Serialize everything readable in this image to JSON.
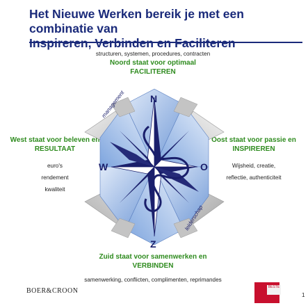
{
  "title_line1": "Het Nieuwe Werken bereik je met een combinatie van",
  "title_line2": "Inspireren, Verbinden en Faciliteren",
  "north": {
    "sub": "structuren, systemen, procedures, contracten",
    "line1": "Noord staat voor optimaal",
    "line2": "FACILITEREN"
  },
  "west": {
    "line1": "West staat voor beleven en",
    "line2": "RESULTAAT",
    "items": [
      "euro's",
      "rendement",
      "kwaliteit"
    ]
  },
  "east": {
    "line1": "Oost staat voor passie en",
    "line2": "INSPIREREN",
    "items": [
      "Wijsheid, creatie,",
      "reflectie, authenticiteit"
    ]
  },
  "south": {
    "line1": "Zuid staat voor samenwerken en",
    "line2": "VERBINDEN",
    "sub": "samenwerking, conflicten, complimenten, reprimandes"
  },
  "compass": {
    "n": "N",
    "o": "O",
    "z": "Z",
    "w": "W",
    "arc_management": "management",
    "arc_leiderschap": "leiderschap"
  },
  "footer": {
    "logo": "BOER&CROON",
    "badge": "BESTE",
    "page": "1"
  },
  "colors": {
    "title": "#1a2a7a",
    "green": "#2e8b1e",
    "navy": "#1a1f6b",
    "light_blue": "#8fb3e6",
    "grey": "#bcbcbc"
  }
}
